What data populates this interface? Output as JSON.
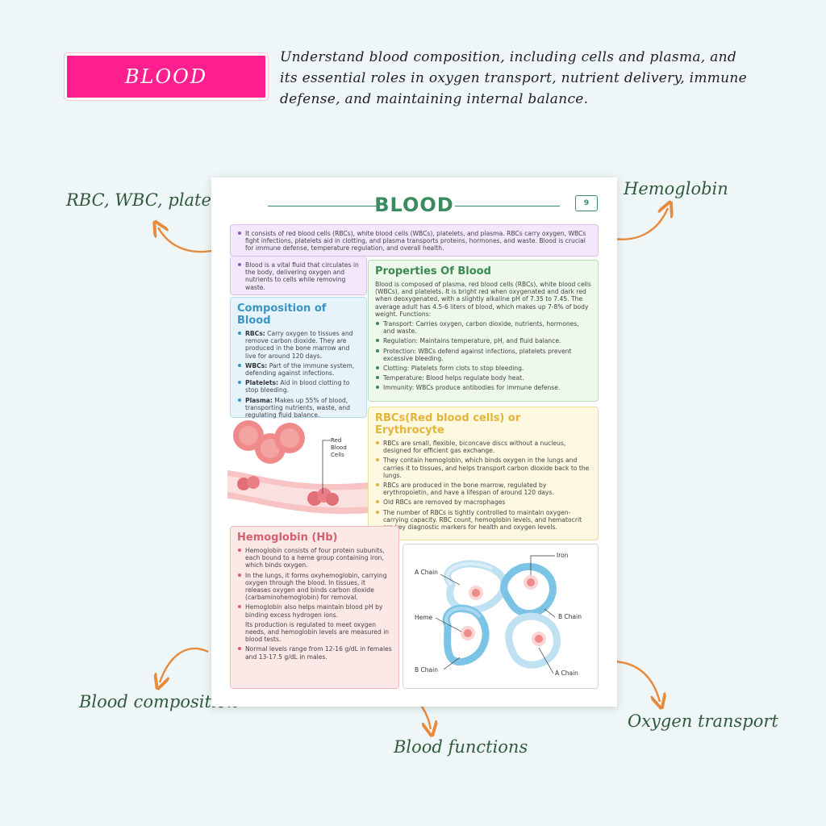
{
  "header": {
    "badge": "BLOOD",
    "intro": "Understand blood composition, including cells and plasma, and its essential roles in oxygen transport, nutrient delivery, immune defense, and maintaining internal balance."
  },
  "callouts": {
    "top_left": "RBC, WBC, platelets",
    "top_right": "Hemoglobin",
    "bottom_left": "Blood composition",
    "bottom_center": "Blood functions",
    "bottom_right": "Oxygen transport"
  },
  "doc": {
    "title": "BLOOD",
    "page": "9",
    "intro_items": [
      "It consists of red blood cells (RBCs), white blood cells (WBCs), platelets, and plasma. RBCs carry oxygen, WBCs fight infections, platelets aid in clotting, and plasma transports proteins, hormones, and waste. Blood is crucial for immune defense, temperature regulation, and overall health.",
      "Blood is a vital fluid that circulates in the body, delivering oxygen and nutrients to cells while removing waste."
    ],
    "properties": {
      "title": "Properties Of Blood",
      "text": "Blood is composed of plasma, red blood cells (RBCs), white blood cells (WBCs), and platelets. It is bright red when oxygenated and dark red when deoxygenated, with a slightly alkaline pH of 7.35 to 7.45. The average adult has 4.5-6 liters of blood, which makes up 7-8% of body weight. Functions:",
      "items": [
        "Transport: Carries oxygen, carbon dioxide, nutrients, hormones, and waste.",
        "Regulation: Maintains temperature, pH, and fluid balance.",
        "Protection: WBCs defend against infections, platelets prevent excessive bleeding.",
        "Clotting: Platelets form clots to stop bleeding.",
        "Temperature: Blood helps regulate body heat.",
        "Immunity: WBCs produce antibodies for immune defense."
      ]
    },
    "composition": {
      "title": "Composition of Blood",
      "items": [
        {
          "term": "RBCs:",
          "text": " Carry oxygen to tissues and remove carbon dioxide. They are produced in the bone marrow and live for around 120 days."
        },
        {
          "term": "WBCs:",
          "text": " Part of the immune system, defending against infections."
        },
        {
          "term": "Platelets:",
          "text": " Aid in blood clotting to stop bleeding."
        },
        {
          "term": "Plasma:",
          "text": " Makes up 55% of blood, transporting nutrients, waste, and regulating fluid balance."
        }
      ]
    },
    "rbc": {
      "title": "RBCs(Red blood cells) or Erythrocyte",
      "items": [
        "RBCs are small, flexible, biconcave discs without a nucleus, designed for efficient gas exchange.",
        "They contain hemoglobin, which binds oxygen in the lungs and carries it to tissues, and helps transport carbon dioxide back to the lungs.",
        "RBCs are produced in the bone marrow, regulated by erythropoietin, and have a lifespan of around 120 days.",
        "Old RBCs are removed by macrophages",
        "The number of RBCs is tightly controlled to maintain oxygen-carrying capacity. RBC count, hemoglobin levels, and hematocrit are key diagnostic markers for health and oxygen levels."
      ]
    },
    "hemoglobin": {
      "title": "Hemoglobin (Hb)",
      "items": [
        "Hemoglobin consists of four protein subunits, each bound to a heme group containing iron, which binds oxygen.",
        "In the lungs, it forms oxyhemoglobin, carrying oxygen through the blood. In tissues, it releases oxygen and binds carbon dioxide (carbaminohemoglobin) for removal.",
        "Hemoglobin also helps maintain blood pH by binding excess hydrogen ions.",
        "Its production is regulated to meet oxygen needs, and hemoglobin levels are measured in blood tests.",
        "Normal levels range from 12-16 g/dL in females and 13-17.5 g/dL in males."
      ]
    },
    "blood_image_label": "Red Blood Cells",
    "hb_labels": {
      "iron": "Iron",
      "a_chain_1": "A Chain",
      "heme": "Heme",
      "b_chain_1": "B Chain",
      "b_chain_2": "B Chain",
      "a_chain_2": "A Chain"
    }
  },
  "colors": {
    "badge": "#ff1f8f",
    "title_green": "#3a8a62",
    "callout_text": "#2f5a3b",
    "arrow": "#e88a3c"
  }
}
